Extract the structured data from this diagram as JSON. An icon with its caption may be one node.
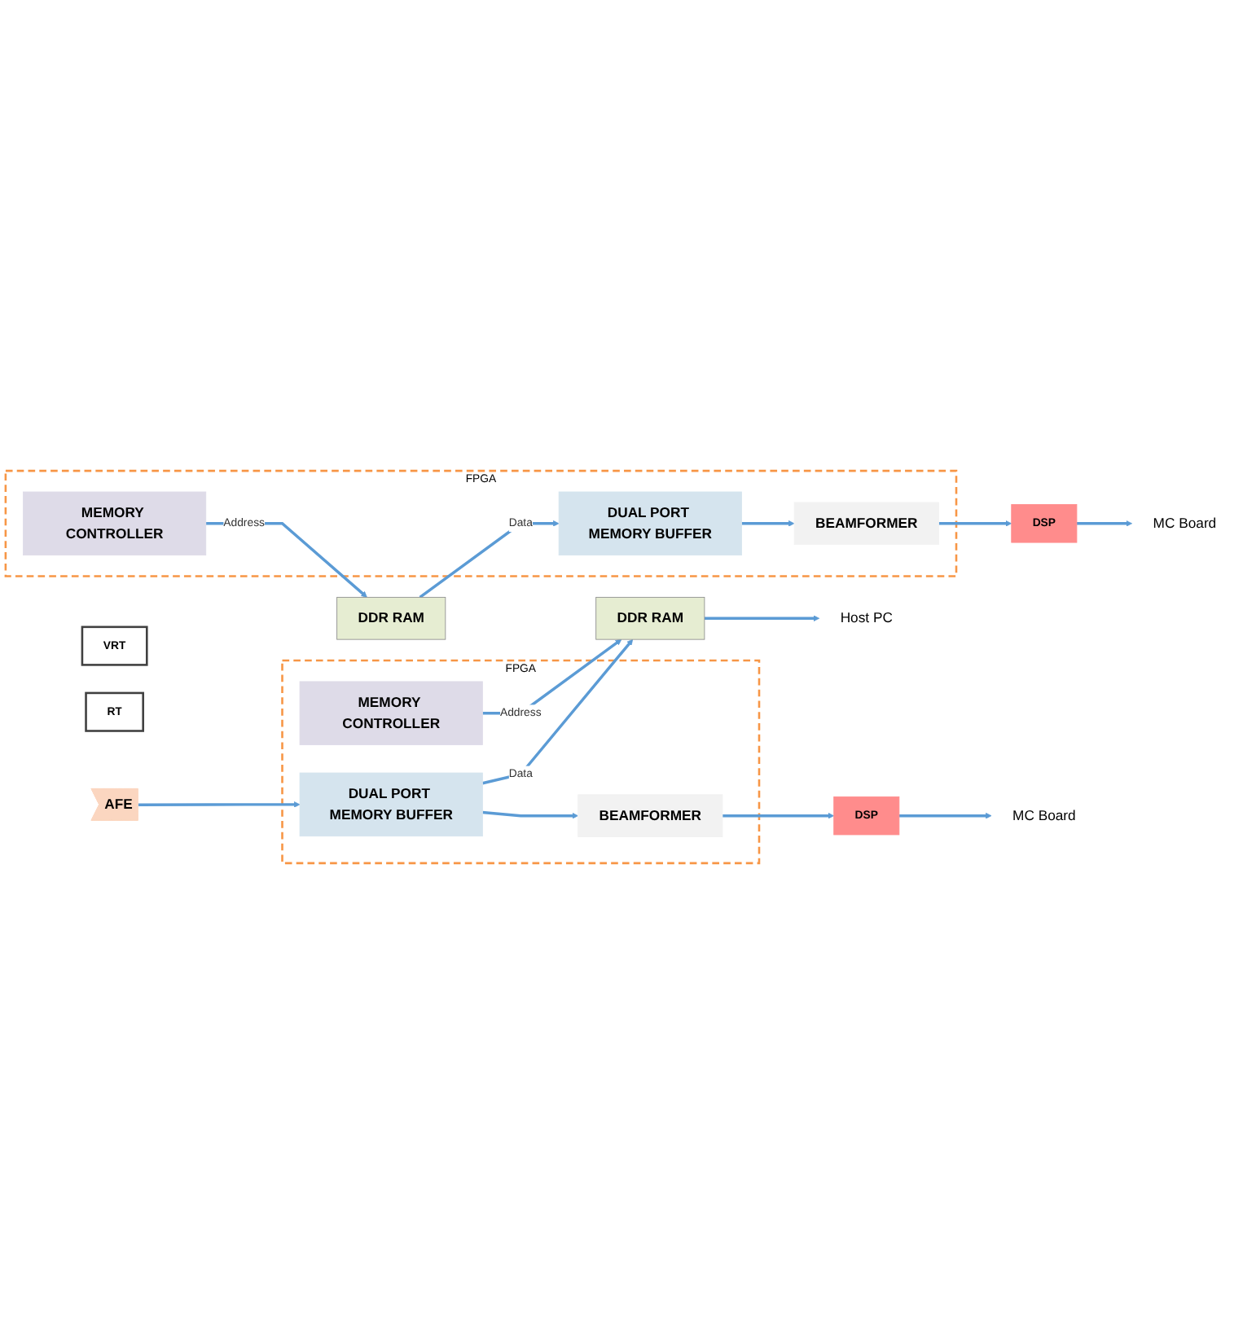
{
  "diagram": {
    "nodes": [
      {
        "text": [
          "RT"
        ]
      },
      {
        "text": [
          "FPGA"
        ]
      },
      {
        "text": [
          "MEMORY CONTROLLER"
        ],
        "in": 1
      },
      {
        "text": [
          "DDR RAM"
        ]
      },
      {
        "text": [
          "Host PC"
        ]
      },
      {
        "text": [
          "DUAL PORT MEMORY BUFFER"
        ],
        "in": 1
      },
      {
        "text": [
          "AFE"
        ]
      },
      {
        "text": [
          "BEAMFORMER"
        ],
        "in": 1
      },
      {
        "text": [
          "DSP"
        ]
      },
      {
        "text": [
          "MC Board"
        ]
      },
      {
        "text": [
          "VRT"
        ]
      },
      {
        "text": [
          "FPGA"
        ]
      },
      {
        "text": [
          "MEMORY CONTROLLER"
        ],
        "in": 11
      },
      {
        "text": [
          "DDR RAM"
        ]
      },
      {
        "text": [
          "DUAL PORT MEMORY BUFFER"
        ],
        "in": 11
      },
      {
        "text": [
          "BEAMFORMER"
        ],
        "in": 11
      },
      {
        "text": [
          "DSP"
        ]
      },
      {
        "text": [
          "MC Board"
        ]
      }
    ],
    "edges": [
      {
        "from": 2,
        "to": 3,
        "label": "Address",
        "arrow": "to"
      },
      {
        "from": 5,
        "to": 3,
        "label": "Data",
        "arrow": "to"
      },
      {
        "from": 6,
        "to": 5,
        "arrow": "to"
      },
      {
        "from": 5,
        "to": 7,
        "arrow": "to"
      },
      {
        "from": 3,
        "to": 4,
        "arrow": "to"
      },
      {
        "from": 7,
        "to": 8,
        "arrow": "to"
      },
      {
        "from": 8,
        "to": 9,
        "arrow": "to"
      },
      {
        "from": 12,
        "to": 13,
        "label": "Address",
        "arrow": "to"
      },
      {
        "from": 13,
        "to": 14,
        "label": "Data",
        "arrow": "to"
      },
      {
        "from": 14,
        "to": 15,
        "arrow": "to"
      },
      {
        "from": 15,
        "to": 16,
        "arrow": "to"
      },
      {
        "from": 16,
        "to": 17,
        "arrow": "to"
      }
    ]
  }
}
